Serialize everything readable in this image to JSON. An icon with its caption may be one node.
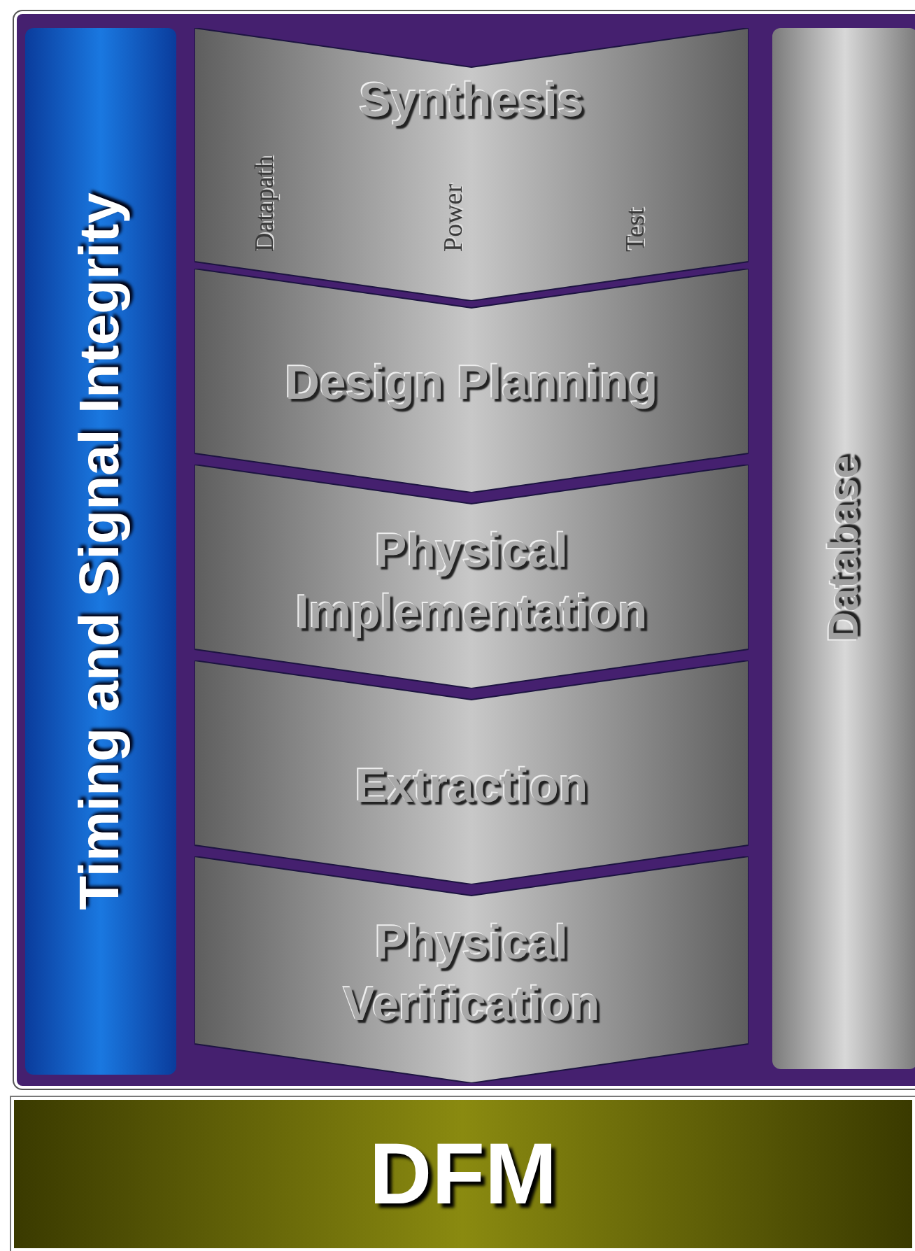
{
  "diagram": {
    "nodes": [
      {
        "text": [],
        "shape": "box"
      },
      {
        "text": [
          "Timing and Signal Integrity"
        ],
        "in": 0
      },
      {
        "text": [
          "Synthesis",
          "Datapath",
          "Power",
          "Test"
        ],
        "in": 0
      },
      {
        "text": [
          "Design Planning"
        ],
        "in": 0
      },
      {
        "text": [
          "Physical Implementation"
        ],
        "in": 0
      },
      {
        "text": [
          "Extraction"
        ],
        "in": 0
      },
      {
        "text": [
          "Physical Verification"
        ],
        "in": 0
      },
      {
        "text": [
          "Database"
        ],
        "in": 0
      },
      {
        "text": [
          "DFM"
        ]
      }
    ]
  }
}
